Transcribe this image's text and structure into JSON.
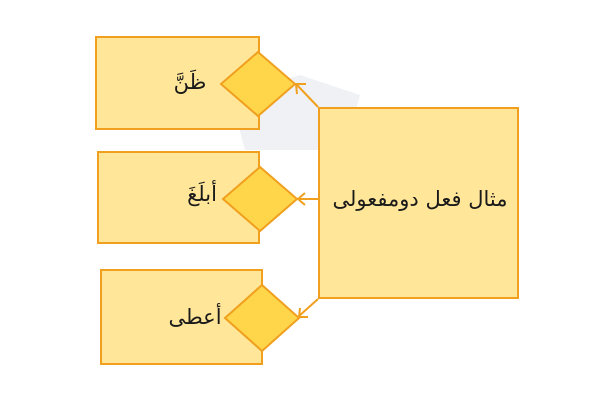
{
  "diagram": {
    "center": {
      "label": "مثال فعل دومفعولی"
    },
    "branches": [
      {
        "label": "ظَنَّ"
      },
      {
        "label": "أبلَغَ"
      },
      {
        "label": "أعطی"
      }
    ]
  },
  "colors": {
    "box_fill": "#ffe699",
    "box_border": "#f0a01e",
    "diamond_fill": "#ffd54a",
    "connector": "#f0a01e",
    "watermark": "#e9ecef"
  }
}
